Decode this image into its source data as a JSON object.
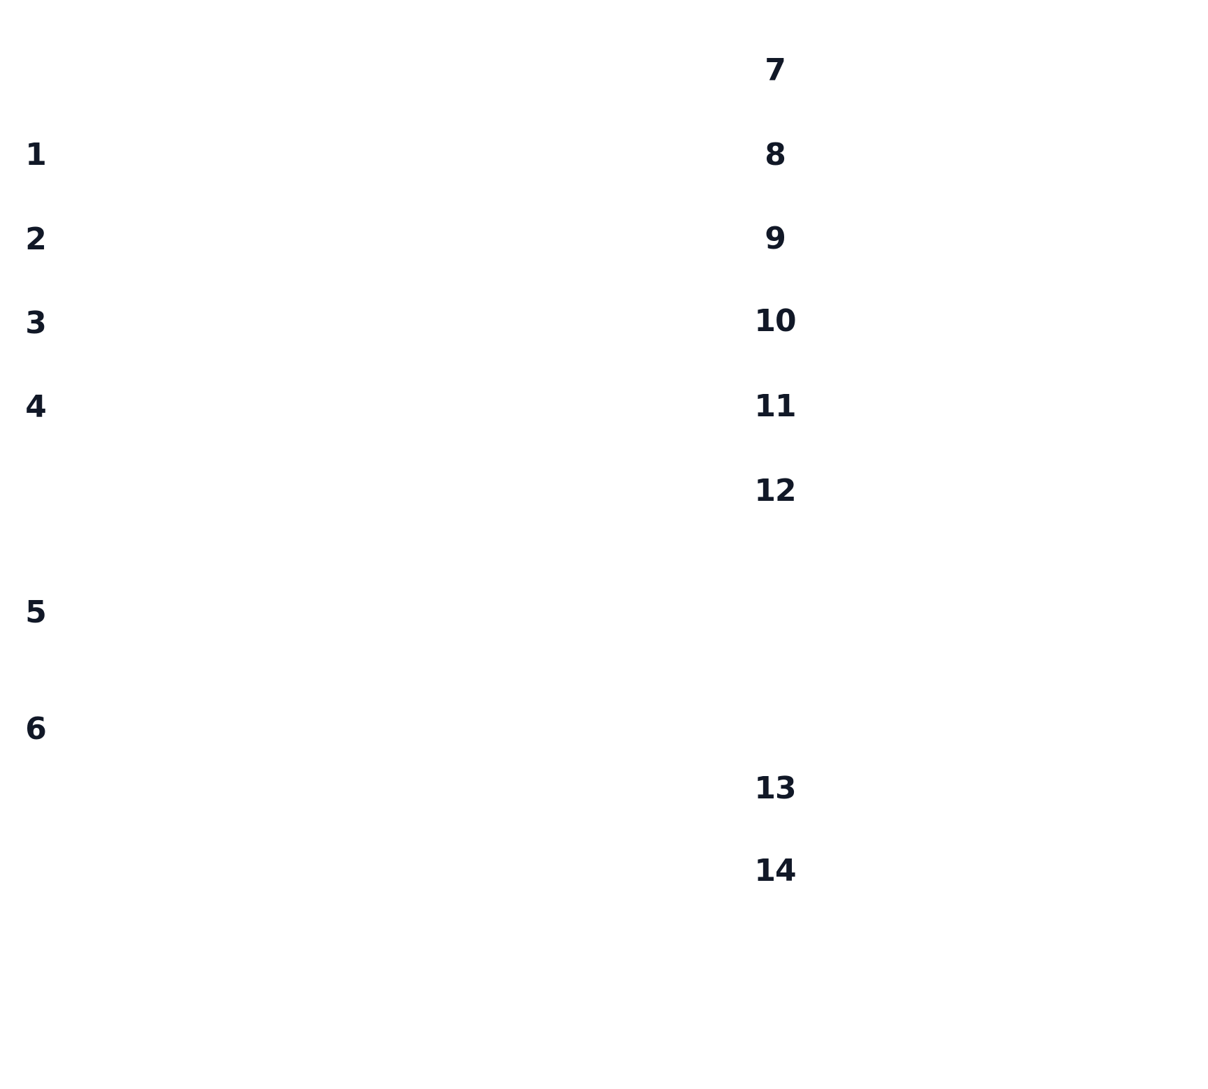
{
  "markers": {
    "left_column": [
      "1",
      "2",
      "3",
      "4",
      "5",
      "6"
    ],
    "right_column": [
      "7",
      "8",
      "9",
      "10",
      "11",
      "12",
      "13",
      "14"
    ]
  },
  "colors": {
    "background": "#ffffff",
    "text": "#111827"
  }
}
